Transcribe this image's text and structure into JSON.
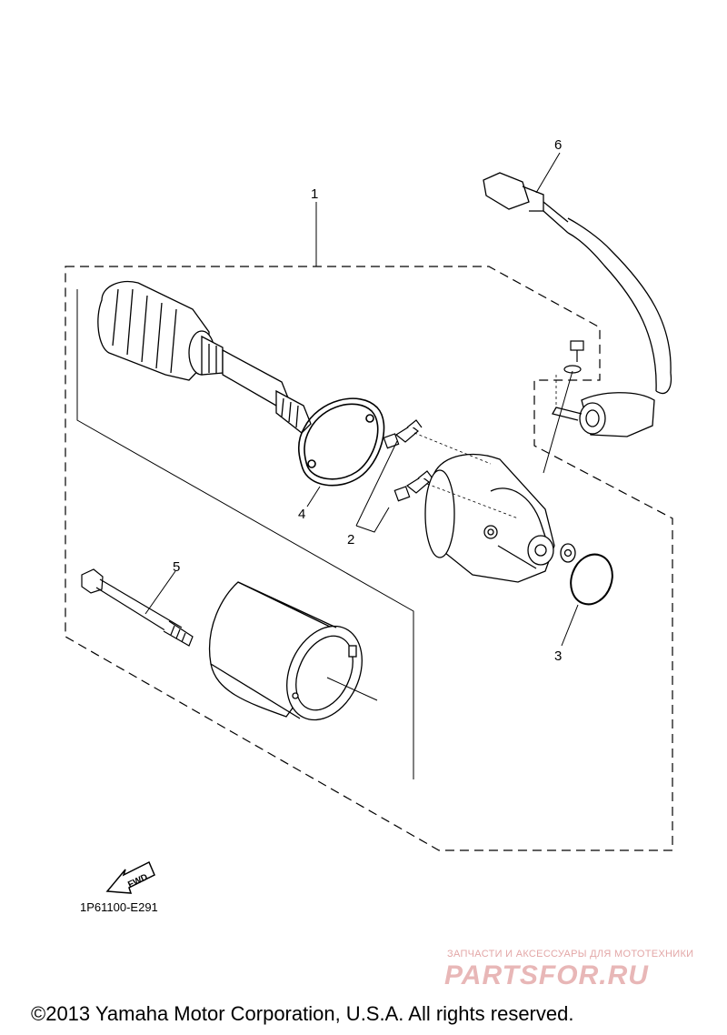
{
  "callouts": {
    "c1": "1",
    "c2": "2",
    "c3": "3",
    "c4": "4",
    "c5": "5",
    "c6": "6"
  },
  "direction_arrow": {
    "label": "FWD",
    "icon": "fwd-arrow-icon"
  },
  "diagram_code": "1P61100-E291",
  "watermark": {
    "tagline": "ЗАПЧАСТИ И АКСЕССУАРЫ ДЛЯ МОТОТЕХНИКИ",
    "logo": "PARTSFOR.RU"
  },
  "copyright": "©2013 Yamaha Motor Corporation, U.S.A. All rights reserved.",
  "colors": {
    "ink": "#000000",
    "watermark": "#e6b3b3",
    "background": "#ffffff"
  }
}
